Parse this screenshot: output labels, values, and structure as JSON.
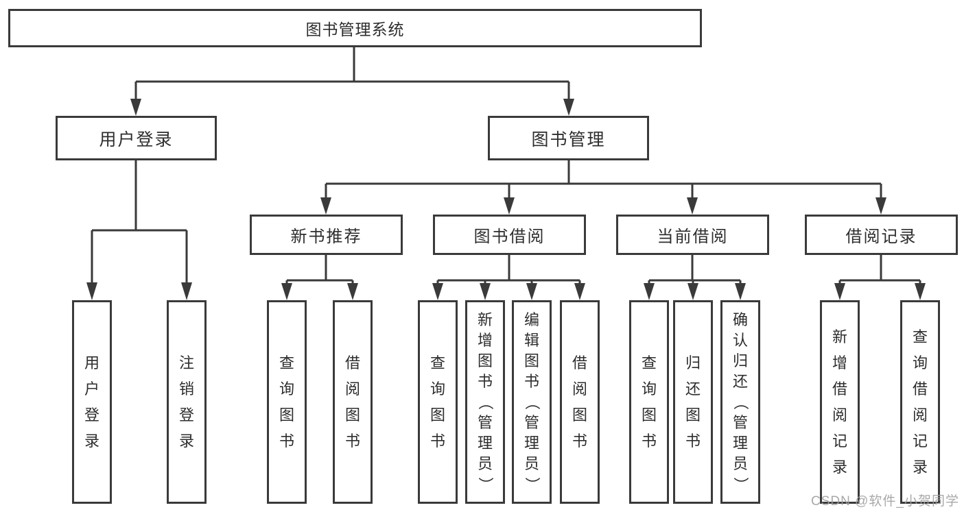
{
  "diagram": {
    "root": {
      "label": "图书管理系统"
    },
    "level2": [
      {
        "label": "用户登录"
      },
      {
        "label": "图书管理"
      }
    ],
    "level3": [
      {
        "label": "新书推荐"
      },
      {
        "label": "图书借阅"
      },
      {
        "label": "当前借阅"
      },
      {
        "label": "借阅记录"
      }
    ],
    "leaves": {
      "user_login": [
        "用户登录",
        "注销登录"
      ],
      "new_book": [
        "查询图书",
        "借阅图书"
      ],
      "borrow": [
        "查询图书",
        "新增图书（管理员）",
        "编辑图书（管理员）",
        "借阅图书"
      ],
      "current": [
        "查询图书",
        "归还图书",
        "确认归还（管理员）"
      ],
      "records": [
        "新增借阅记录",
        "查询借阅记录"
      ]
    }
  },
  "watermark": "CSDN @软件_小贺同学",
  "colors": {
    "line": "#3a3a3a",
    "box_border": "#3a3a3a",
    "text": "#2d2d2d",
    "watermark": "#9f9f9f",
    "background": "#ffffff"
  }
}
